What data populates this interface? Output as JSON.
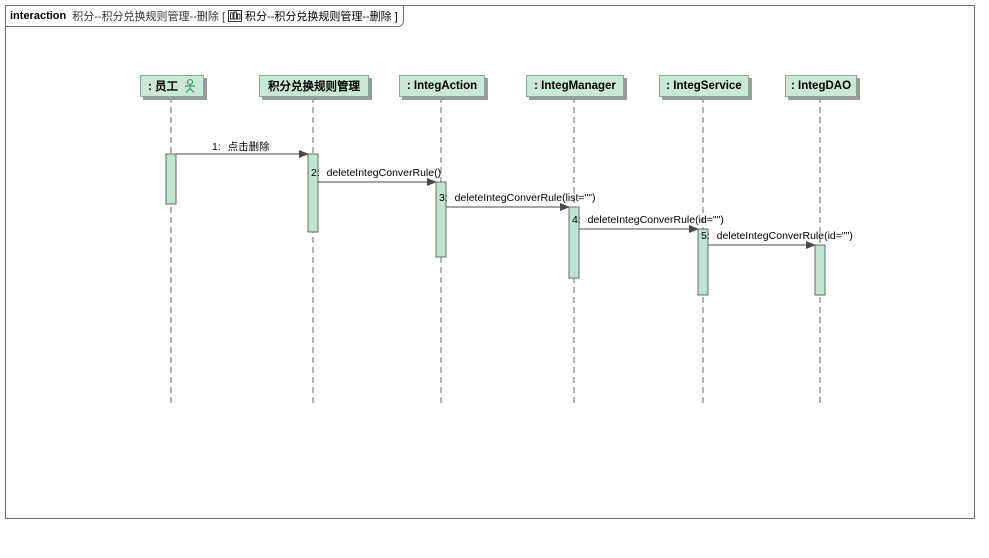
{
  "frame": {
    "kind": "interaction",
    "name": "积分--积分兑换规则管理--删除 [",
    "ref_icon": "frame-reference-icon",
    "ref_name": "积分--积分兑换规则管理--删除 ]"
  },
  "lifelines": [
    {
      "id": "yuangong",
      "label": ": 员工",
      "icon": "person-icon"
    },
    {
      "id": "jifen",
      "label": "积分兑换规则管理"
    },
    {
      "id": "action",
      "label": ": IntegAction"
    },
    {
      "id": "manager",
      "label": ": IntegManager"
    },
    {
      "id": "service",
      "label": ": IntegService"
    },
    {
      "id": "dao",
      "label": ": IntegDAO"
    }
  ],
  "messages": [
    {
      "num": "1:",
      "text": "点击删除",
      "from": "yuangong",
      "to": "jifen"
    },
    {
      "num": "2:",
      "text": "deleteIntegConverRule()",
      "from": "jifen",
      "to": "action"
    },
    {
      "num": "3:",
      "text": "deleteIntegConverRule(list=\"\")",
      "from": "action",
      "to": "manager"
    },
    {
      "num": "4:",
      "text": "deleteIntegConverRule(id=\"\")",
      "from": "manager",
      "to": "service"
    },
    {
      "num": "5:",
      "text": "deleteIntegConverRule(id=\"\")",
      "from": "service",
      "to": "dao"
    }
  ],
  "colors": {
    "lifeline_fill": "#c9e8d8",
    "activation_fill": "#c2e3d2",
    "line": "#5f6f68"
  }
}
